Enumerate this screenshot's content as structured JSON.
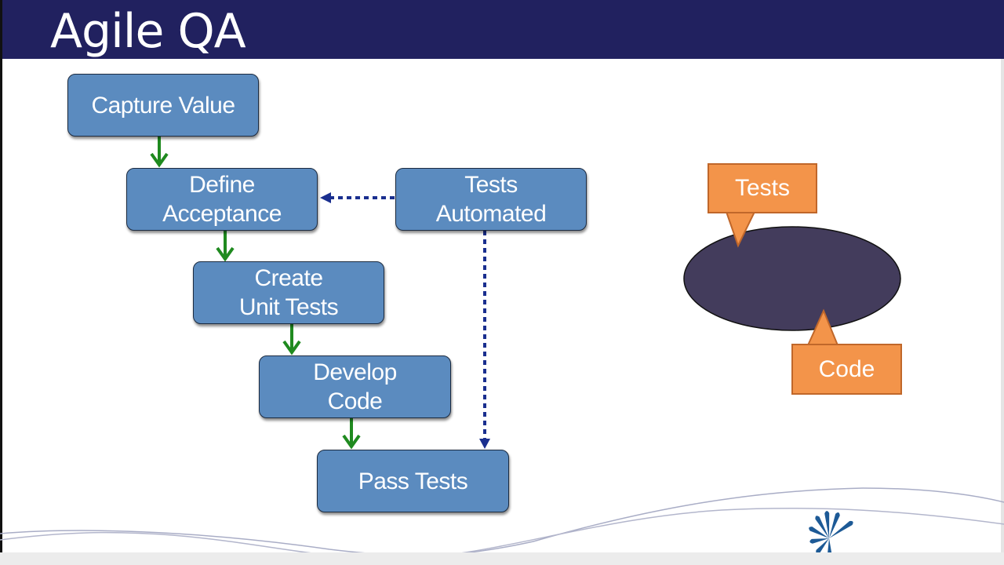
{
  "slide": {
    "title": "Agile QA"
  },
  "flow": {
    "nodes": [
      {
        "id": "capture-value",
        "lines": [
          "Capture Value"
        ]
      },
      {
        "id": "define-acceptance",
        "lines": [
          "Define",
          "Acceptance"
        ]
      },
      {
        "id": "create-unit-tests",
        "lines": [
          "Create",
          "Unit Tests"
        ]
      },
      {
        "id": "develop-code",
        "lines": [
          "Develop",
          "Code"
        ]
      },
      {
        "id": "pass-tests",
        "lines": [
          "Pass Tests"
        ]
      },
      {
        "id": "tests-automated",
        "lines": [
          "Tests",
          "Automated"
        ]
      }
    ],
    "edges": [
      {
        "from": "capture-value",
        "to": "define-acceptance",
        "style": "solid",
        "color": "#1f8a1f"
      },
      {
        "from": "define-acceptance",
        "to": "create-unit-tests",
        "style": "solid",
        "color": "#1f8a1f"
      },
      {
        "from": "create-unit-tests",
        "to": "develop-code",
        "style": "solid",
        "color": "#1f8a1f"
      },
      {
        "from": "develop-code",
        "to": "pass-tests",
        "style": "solid",
        "color": "#1f8a1f"
      },
      {
        "from": "tests-automated",
        "to": "define-acceptance",
        "style": "dotted",
        "color": "#1a2f8f"
      },
      {
        "from": "tests-automated",
        "to": "pass-tests",
        "style": "dotted",
        "color": "#1a2f8f"
      }
    ]
  },
  "cycle": {
    "callouts": [
      {
        "id": "tests",
        "label": "Tests"
      },
      {
        "id": "code",
        "label": "Code"
      }
    ],
    "colors": {
      "ellipse": "#433c5c",
      "callout": "#f3944a"
    }
  },
  "branding": {
    "logo_icon": "starburst-logo-icon"
  }
}
